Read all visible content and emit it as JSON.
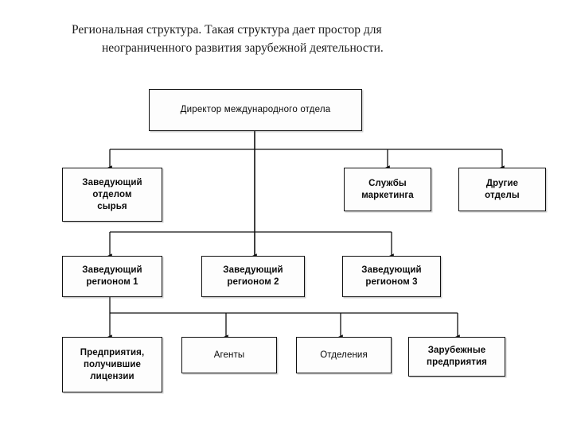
{
  "title": {
    "line1": "Региональная структура. Такая структура дает простор для",
    "line2": "неограниченного развития зарубежной деятельности."
  },
  "diagram": {
    "type": "org-chart",
    "orientation": "top-down",
    "nodes": {
      "director": "Директор международного отдела",
      "raw_materials_head": "Заведующий\nотделом\nсырья",
      "raw_materials_head_lines": [
        "Заведующий",
        "отделом",
        "сырья"
      ],
      "marketing": "Службы\nмаркетинга",
      "marketing_lines": [
        "Службы",
        "маркетинга"
      ],
      "other_departments": "Другие\nотделы",
      "other_departments_lines": [
        "Другие",
        "отделы"
      ],
      "region1": "Заведующий\nрегионом 1",
      "region1_lines": [
        "Заведующий",
        "регионом 1"
      ],
      "region2": "Заведующий\nрегионом 2",
      "region2_lines": [
        "Заведующий",
        "регионом 2"
      ],
      "region3": "Заведующий\nрегионом 3",
      "region3_lines": [
        "Заведующий",
        "регионом 3"
      ],
      "licensed_enterprises": "Предприятия,\nполучившие\nлицензии",
      "licensed_enterprises_lines": [
        "Предприятия,",
        "получившие",
        "лицензии"
      ],
      "agents": "Агенты",
      "branches": "Отделения",
      "foreign_enterprises": "Зарубежные\nпредприятия",
      "foreign_enterprises_lines": [
        "Зарубежные",
        "предприятия"
      ]
    },
    "edges": [
      {
        "from": "director",
        "to": "raw_materials_head"
      },
      {
        "from": "director",
        "to": "marketing"
      },
      {
        "from": "director",
        "to": "other_departments"
      },
      {
        "from": "director",
        "to": "region1"
      },
      {
        "from": "director",
        "to": "region2"
      },
      {
        "from": "director",
        "to": "region3"
      },
      {
        "from": "region1",
        "to": "licensed_enterprises"
      },
      {
        "from": "region1",
        "to": "agents"
      },
      {
        "from": "region1",
        "to": "branches"
      },
      {
        "from": "region1",
        "to": "foreign_enterprises"
      }
    ],
    "colors": {
      "line": "#101010",
      "box_border": "#101010",
      "box_fill": "#fdfdfd",
      "text": "#0a0a0a",
      "background": "#ffffff"
    }
  }
}
